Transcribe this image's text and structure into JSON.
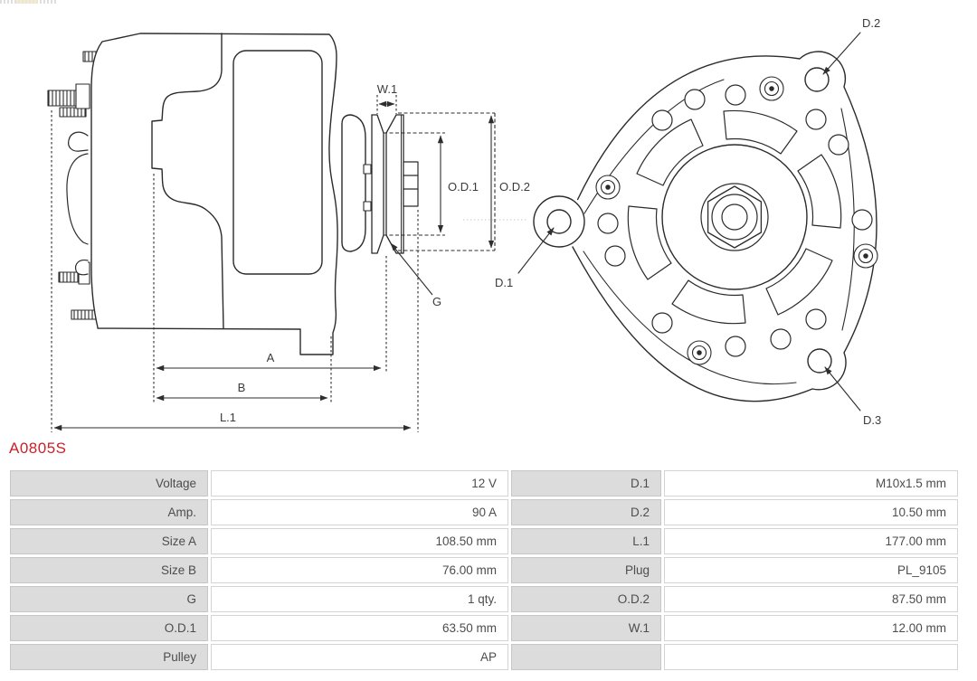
{
  "part_number": "A0805S",
  "accent_color": "#cb2128",
  "drawing": {
    "labels": {
      "w1": "W.1",
      "od1": "O.D.1",
      "od2": "O.D.2",
      "g": "G",
      "a": "A",
      "b": "B",
      "l1": "L.1",
      "d1": "D.1",
      "d2": "D.2",
      "d3": "D.3"
    }
  },
  "spec_table": {
    "rows": [
      {
        "l_label": "Voltage",
        "l_value": "12 V",
        "r_label": "D.1",
        "r_value": "M10x1.5 mm"
      },
      {
        "l_label": "Amp.",
        "l_value": "90 A",
        "r_label": "D.2",
        "r_value": "10.50 mm"
      },
      {
        "l_label": "Size A",
        "l_value": "108.50 mm",
        "r_label": "L.1",
        "r_value": "177.00 mm"
      },
      {
        "l_label": "Size B",
        "l_value": "76.00 mm",
        "r_label": "Plug",
        "r_value": "PL_9105"
      },
      {
        "l_label": "G",
        "l_value": "1 qty.",
        "r_label": "O.D.2",
        "r_value": "87.50 mm"
      },
      {
        "l_label": "O.D.1",
        "l_value": "63.50 mm",
        "r_label": "W.1",
        "r_value": "12.00 mm"
      },
      {
        "l_label": "Pulley",
        "l_value": "AP",
        "r_label": "",
        "r_value": ""
      }
    ]
  }
}
